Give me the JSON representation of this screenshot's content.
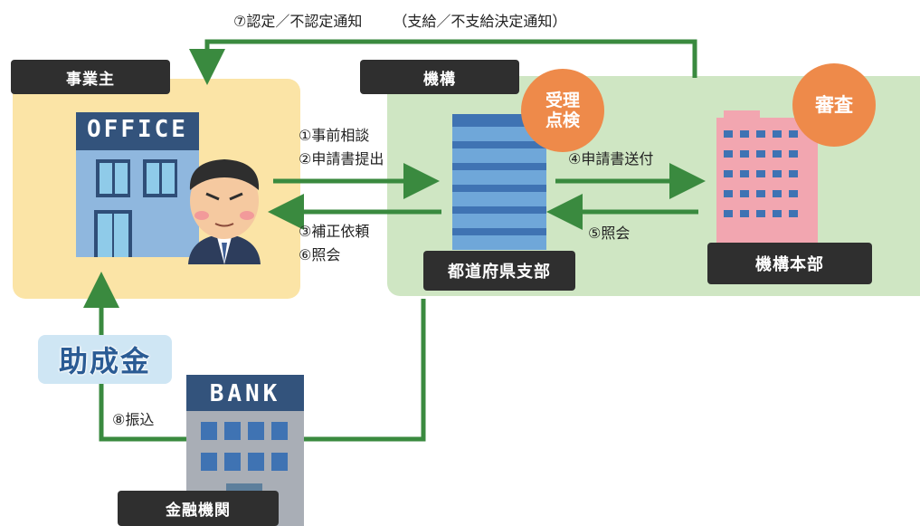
{
  "top_notice": {
    "text1": "⑦認定／不認定通知",
    "text2": "（支給／不支給決定通知）"
  },
  "employer": {
    "tag": "事業主",
    "office_sign": "OFFICE"
  },
  "agency": {
    "tag": "機構",
    "check_badge": [
      "受理",
      "点検"
    ],
    "review_badge": "審査",
    "branch_label": "都道府県支部",
    "hq_label": "機構本部"
  },
  "flows": {
    "consult": "①事前相談",
    "submit": "②申請書提出",
    "correction": "③補正依頼",
    "inquiry_branch": "⑥照会",
    "send": "④申請書送付",
    "inquiry_hq": "⑤照会",
    "transfer": "⑧振込"
  },
  "bank": {
    "sign": "BANK",
    "tag": "金融機関"
  },
  "subsidy_banner": "助成金",
  "colors": {
    "arrow_green": "#3a8a3f",
    "employer_panel": "#fbe4a6",
    "agency_panel": "#cfe6c3",
    "badge_orange": "#ee8a4a"
  }
}
